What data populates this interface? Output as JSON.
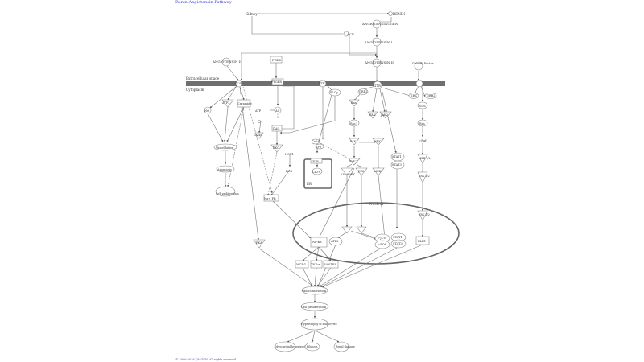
{
  "title": "Renin-Angiotensin Pathway",
  "copyright": "© 2000-2018 QIAGEN. All rights reserved.",
  "compartments": {
    "extracellular": "Extracellular space",
    "cytoplasm": "Cytoplasm",
    "nucleus": "Nucleus",
    "er": "ER"
  },
  "nodes": {
    "kidney": "Kidney",
    "renin": "RENIN",
    "angiotensinogen": "ANGIOTENSINOGEN",
    "ace": "ACE",
    "angiotensin_i": "ANGIOTENSIN I",
    "angiotensin_ii_top": "ANGIOTENSIN II",
    "angiotensin_ii_left": "ANGIOTENSIN II",
    "pge2": "PGE2",
    "growth_factor": "Growth Factor",
    "at2r": "AT2R",
    "at1r": "AT1R",
    "ptger": "PTGER",
    "ptk": "PTK",
    "plcg": "PLCγ",
    "grb2": "GRB2",
    "shc": "SHC",
    "no": "NO",
    "atf2_top": "ATF2",
    "ceramide": "Ceramide",
    "atp": "ATP",
    "ac": "AC",
    "camp": "cAMP",
    "dag": "DAG",
    "pkc": "PKC",
    "ca_top": "Ca2+",
    "ca_mid": "Ca2+",
    "ca_er": "Ca2+",
    "ip3": "IP3",
    "ip3r": "IP3R",
    "nox1": "NOX1",
    "ros": "ROS",
    "vasodilation": "Vasodilation",
    "apoptosis": "Apoptosis",
    "cell_proliferation_left": "Cell proliferation",
    "nf_pr": "Na+ PR",
    "pka": "PKA",
    "ras_top": "Ras",
    "fak": "FAK",
    "jak2": "JAK2",
    "pyk2": "PYK2",
    "raf": "RAF",
    "mek1": "MEK1",
    "pak": "PAK",
    "rac1": "Rac1",
    "p38": "p38 MAPK",
    "jnk": "JNK",
    "stat1": "STAT1",
    "stat3": "STAT3",
    "sos": "SOS",
    "ras_right": "Ras",
    "c_raf": "c-Raf",
    "mek12": "MEK 1/2",
    "erk12_top": "ERK 1/2",
    "erk12_nuc": "ERK 1/2",
    "elk1": "ELK1",
    "atf2_nuc": "ATF2",
    "ap1": "AP-1",
    "c_jun": "c-JUN",
    "c_fos": "c-FOS",
    "stat1_nuc": "STAT1",
    "stat3_nuc": "STAT3",
    "nfkb": "NF-κB",
    "mcp1": "MCP-1",
    "tnf": "TNF-α",
    "rantes": "RANTES",
    "vasoconstriction": "Vasoconstriction",
    "cell_proliferation": "Cell proliferation",
    "hypertrophy": "Hypertrophy of adipocytes",
    "myocardial": "Myocardial hypertrophy",
    "fibrosis": "Fibrosis",
    "renal": "Renal damage"
  }
}
